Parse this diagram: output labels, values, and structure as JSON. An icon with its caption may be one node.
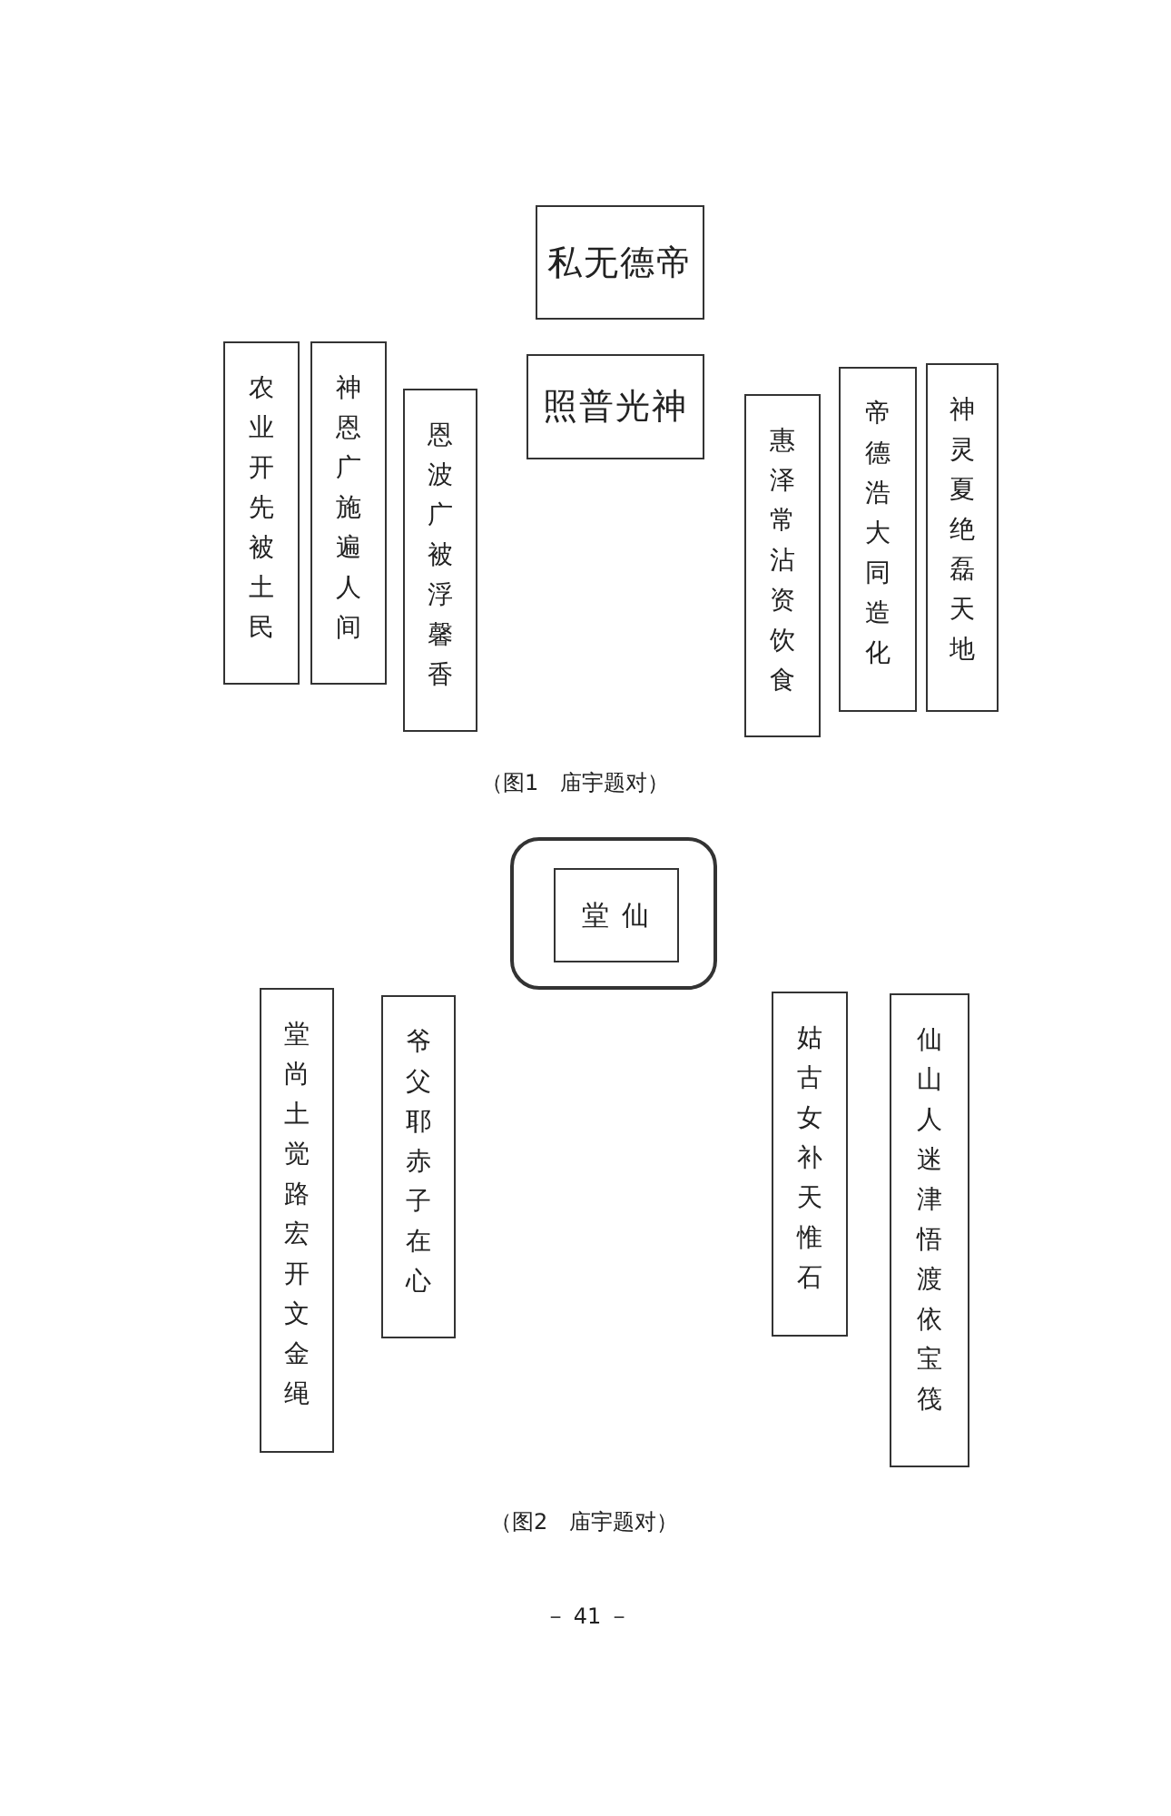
{
  "diagram": {
    "nodes": [
      {
        "text": [
          "私无德帝"
        ]
      },
      {
        "text": [
          "照普光神"
        ]
      },
      {
        "text": [
          "农业开先被土民"
        ]
      },
      {
        "text": [
          "神恩广施遍人间"
        ]
      },
      {
        "text": [
          "恩波广被浮馨香"
        ]
      },
      {
        "text": [
          "惠泽常沾资饮食"
        ]
      },
      {
        "text": [
          "帝德浩大同造化"
        ]
      },
      {
        "text": [
          "神灵夏绝磊天地"
        ]
      },
      {
        "text": [],
        "shape": "box"
      },
      {
        "text": [
          "堂 仙"
        ],
        "in": 8
      },
      {
        "text": [
          "堂尚土觉路宏开文金绳"
        ]
      },
      {
        "text": [
          "爷父耶赤子在心"
        ]
      },
      {
        "text": [
          "姑古女补天惟石"
        ]
      },
      {
        "text": [
          "仙山人迷津悟渡依宝筏"
        ]
      }
    ],
    "edges": [],
    "labels": [
      "（图1　庙宇题对）",
      "（图2　庙宇题对）",
      "－ 41 －"
    ]
  }
}
